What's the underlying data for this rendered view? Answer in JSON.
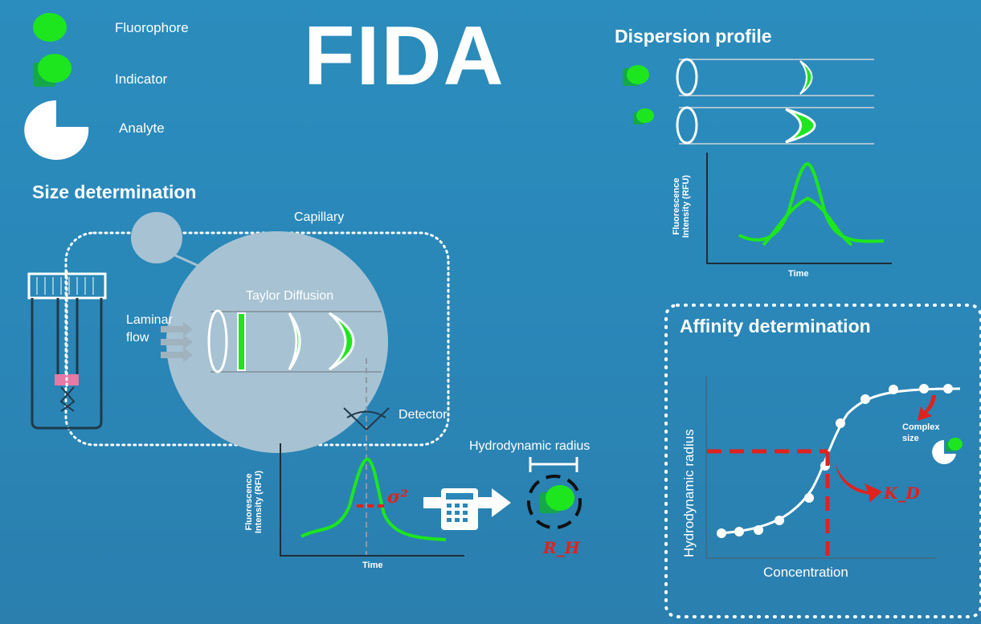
{
  "title": "FIDA",
  "legend": {
    "fluorophore": "Fluorophore",
    "indicator": "Indicator",
    "analyte": "Analyte"
  },
  "size": {
    "title": "Size determination",
    "capillary": "Capillary",
    "taylor": "Taylor Diffusion",
    "laminar": "Laminar",
    "flow": "flow",
    "detector": "Detector",
    "ylabel1": "Fluorescence",
    "ylabel2": "Intensity (RFU)",
    "xlabel": "Time",
    "sigma": "σ²",
    "hydro": "Hydrodynamic radius",
    "rh": "R_H"
  },
  "dispersion": {
    "title": "Dispersion profile",
    "ylabel1": "Fluorescence",
    "ylabel2": "Intensity (RFU)",
    "xlabel": "Time"
  },
  "affinity": {
    "title": "Affinity determination",
    "ylabel": "Hydrodynamic radius",
    "xlabel": "Concentration",
    "complex1": "Complex",
    "complex2": "size",
    "kd": "K_D"
  },
  "colors": {
    "green": "#1ee61e",
    "red": "#e0211c",
    "background": "#2a87b8"
  }
}
